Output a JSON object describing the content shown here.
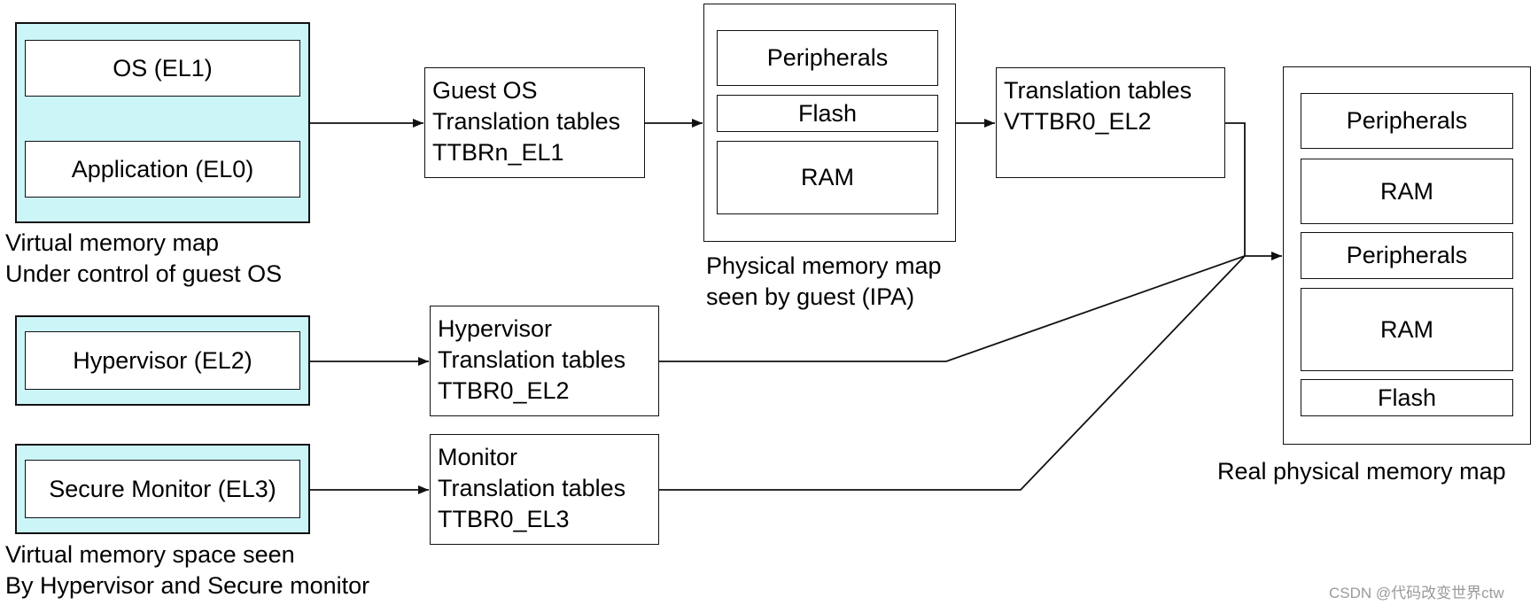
{
  "guest_os_panel": {
    "os_label": "OS (EL1)",
    "app_label": "Application (EL0)",
    "caption": [
      "Virtual memory map",
      "Under control of guest OS"
    ]
  },
  "guest_tables": {
    "lines": [
      "Guest OS",
      "Translation tables",
      "TTBRn_EL1"
    ]
  },
  "ipa_map": {
    "regions": [
      "Peripherals",
      "Flash",
      "RAM"
    ],
    "caption": [
      "Physical memory map",
      "seen by guest (IPA)"
    ]
  },
  "stage2_tables": {
    "lines": [
      "Translation tables",
      "VTTBR0_EL2"
    ]
  },
  "real_map": {
    "regions": [
      "Peripherals",
      "RAM",
      "Peripherals",
      "RAM",
      "Flash"
    ],
    "caption": "Real physical memory map"
  },
  "hypervisor_panel": {
    "label": "Hypervisor (EL2)"
  },
  "hyp_tables": {
    "lines": [
      "Hypervisor",
      "Translation tables",
      "TTBR0_EL2"
    ]
  },
  "monitor_panel": {
    "label": "Secure Monitor (EL3)",
    "caption": [
      "Virtual memory space seen",
      "By Hypervisor and Secure monitor"
    ]
  },
  "mon_tables": {
    "lines": [
      "Monitor",
      "Translation tables",
      "TTBR0_EL3"
    ]
  },
  "watermark": "CSDN @代码改变世界ctw"
}
